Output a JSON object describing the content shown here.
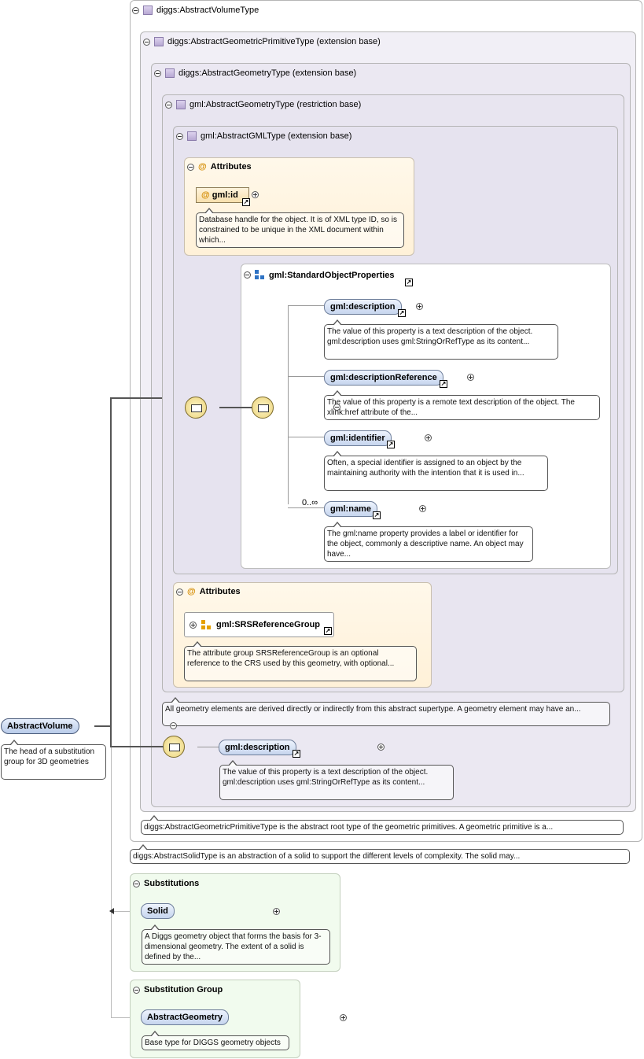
{
  "types": {
    "volume": "diggs:AbstractVolumeType",
    "primitive": "diggs:AbstractGeometricPrimitiveType (extension base)",
    "geometry_diggs": "diggs:AbstractGeometryType (extension base)",
    "geometry_gml": "gml:AbstractGeometryType (restriction base)",
    "gml_type": "gml:AbstractGMLType (extension base)"
  },
  "attributes1": {
    "title": "Attributes",
    "id_label": "gml:id",
    "id_doc": "Database handle for the object. It is of XML type ID, so is constrained to be unique in the XML document within which..."
  },
  "std_props": {
    "title": "gml:StandardObjectProperties",
    "items": [
      {
        "label": "gml:description",
        "doc": "The value of this property is a text description of the object. gml:description uses gml:StringOrRefType as its content..."
      },
      {
        "label": "gml:descriptionReference",
        "doc": "The value of this property is a remote text description of the object. The xlink:href attribute of the..."
      },
      {
        "label": "gml:identifier",
        "doc": "Often, a special identifier is assigned to an object by the maintaining authority with the intention that it is used in..."
      },
      {
        "label": "gml:name",
        "doc": "The gml:name property provides a label or identifier for the object, commonly a descriptive name. An object may have..."
      }
    ],
    "multiplicity": "0..∞"
  },
  "attributes2": {
    "title": "Attributes",
    "group_label": "gml:SRSReferenceGroup",
    "group_doc": "The attribute group SRSReferenceGroup is an optional reference to the CRS used by this geometry, with optional..."
  },
  "geometry_doc": "All geometry elements are derived directly or indirectly from this abstract supertype. A geometry element may have an...",
  "diggs_description": {
    "label": "gml:description",
    "doc": "The value of this property is a text description of the object. gml:description uses gml:StringOrRefType as its content..."
  },
  "primitive_doc": "diggs:AbstractGeometricPrimitiveType is the abstract root type of the geometric primitives. A geometric primitive is a...",
  "solid_type_doc": "diggs:AbstractSolidType is an abstraction of a solid to support the different levels of complexity. The solid may...",
  "root": {
    "label": "AbstractVolume",
    "doc": "The head of a substitution group for 3D geometries"
  },
  "substitutions": {
    "title": "Substitutions",
    "item_label": "Solid",
    "item_doc": "A Diggs geometry object that forms the basis for 3-dimensional geometry. The extent of a solid is defined by the..."
  },
  "substitution_group": {
    "title": "Substitution Group",
    "item_label": "AbstractGeometry",
    "item_doc": "Base type for DIGGS geometry objects"
  },
  "icons": [
    "collapse-toggle-icon",
    "expand-toggle-icon",
    "type-icon",
    "attribute-at-icon",
    "sequence-icon",
    "group-icon",
    "reference-arrow-icon"
  ],
  "colors": {
    "element_fill": "#c6d5ee",
    "attribute_fill": "#fff1d8",
    "substitution_fill": "#f1fbee",
    "type_fill": "#ebe8f2",
    "at_sign": "#d48b00",
    "group_blue": "#2f73c4",
    "group_orange": "#e5a000"
  }
}
